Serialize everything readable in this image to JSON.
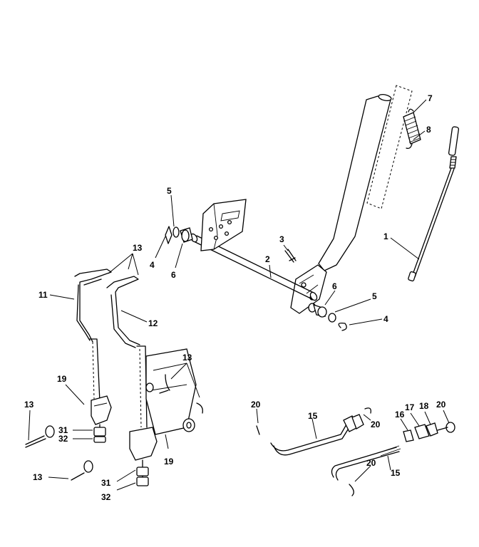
{
  "diagram": {
    "labels": [
      {
        "id": "label-7",
        "text": "7"
      },
      {
        "id": "label-8",
        "text": "8"
      },
      {
        "id": "label-1",
        "text": "1"
      },
      {
        "id": "label-5-top",
        "text": "5"
      },
      {
        "id": "label-4-left",
        "text": "4"
      },
      {
        "id": "label-6-left",
        "text": "6"
      },
      {
        "id": "label-3",
        "text": "3"
      },
      {
        "id": "label-2",
        "text": "2"
      },
      {
        "id": "label-13-top",
        "text": "13"
      },
      {
        "id": "label-11",
        "text": "11"
      },
      {
        "id": "label-12",
        "text": "12"
      },
      {
        "id": "label-6-right",
        "text": "6"
      },
      {
        "id": "label-5-right",
        "text": "5"
      },
      {
        "id": "label-4-right",
        "text": "4"
      },
      {
        "id": "label-13-mid",
        "text": "13"
      },
      {
        "id": "label-19-left",
        "text": "19"
      },
      {
        "id": "label-13-left",
        "text": "13"
      },
      {
        "id": "label-31-upper",
        "text": "31"
      },
      {
        "id": "label-32-upper",
        "text": "32"
      },
      {
        "id": "label-19-right",
        "text": "19"
      },
      {
        "id": "label-13-bottom",
        "text": "13"
      },
      {
        "id": "label-31-lower",
        "text": "31"
      },
      {
        "id": "label-32-lower",
        "text": "32"
      },
      {
        "id": "label-20-left",
        "text": "20"
      },
      {
        "id": "label-15-upper",
        "text": "15"
      },
      {
        "id": "label-20-mid",
        "text": "20"
      },
      {
        "id": "label-16",
        "text": "16"
      },
      {
        "id": "label-17",
        "text": "17"
      },
      {
        "id": "label-18",
        "text": "18"
      },
      {
        "id": "label-20-right",
        "text": "20"
      },
      {
        "id": "label-20-bottom",
        "text": "20"
      },
      {
        "id": "label-15-lower",
        "text": "15"
      }
    ]
  }
}
